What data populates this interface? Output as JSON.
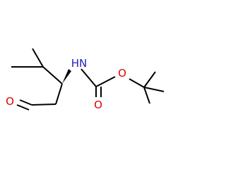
{
  "molecule": {
    "colors": {
      "bond": "#000000",
      "nitrogen": "#1f1fb8",
      "oxygen": "#e00000"
    },
    "atoms": {
      "carbonyl_oxygen": "O",
      "ester_oxygen": "O",
      "nitrogen": "HN",
      "aldehyde_oxygen": "O"
    }
  }
}
